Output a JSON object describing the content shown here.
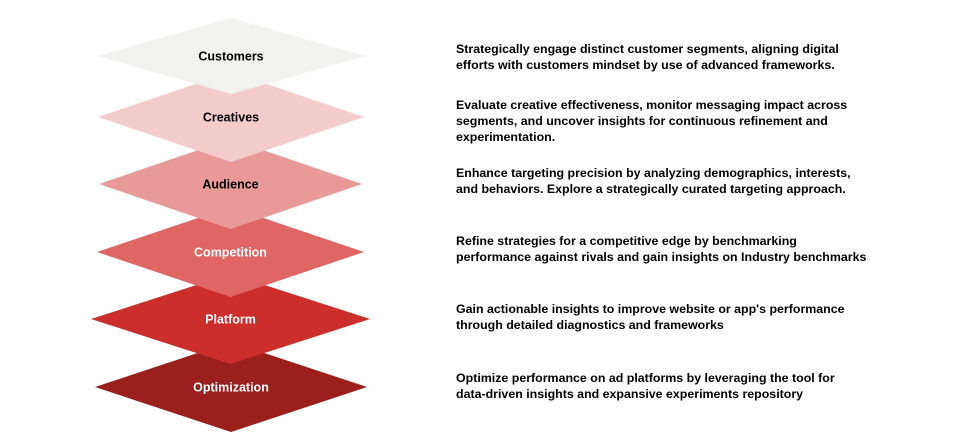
{
  "layers": [
    {
      "label": "Customers",
      "color": "#f2f2f0",
      "text_color": "#000000",
      "description": [
        "Strategically engage distinct customer segments, aligning digital",
        "efforts with customers mindset by use of advanced frameworks."
      ]
    },
    {
      "label": "Creatives",
      "color": "#f4cccc",
      "text_color": "#000000",
      "description": [
        "Evaluate creative effectiveness, monitor messaging impact across",
        "segments, and uncover insights for continuous refinement and",
        "experimentation."
      ]
    },
    {
      "label": "Audience",
      "color": "#ea9999",
      "text_color": "#000000",
      "description": [
        "Enhance targeting precision by analyzing demographics, interests,",
        "and behaviors. Explore a strategically curated targeting approach."
      ]
    },
    {
      "label": "Competition",
      "color": "#e06666",
      "text_color": "#ffffff",
      "description": [
        "Refine strategies for a competitive edge by benchmarking",
        "performance against rivals and gain insights on Industry benchmarks"
      ]
    },
    {
      "label": "Platform",
      "color": "#cc2e2b",
      "text_color": "#ffffff",
      "description": [
        "Gain actionable insights to improve website or app's performance",
        "through detailed diagnostics and frameworks"
      ]
    },
    {
      "label": "Optimization",
      "color": "#9a1f1d",
      "text_color": "#ffffff",
      "description": [
        "Optimize performance on ad platforms by leveraging the tool for",
        "data-driven insights and expansive experiments repository"
      ]
    }
  ]
}
